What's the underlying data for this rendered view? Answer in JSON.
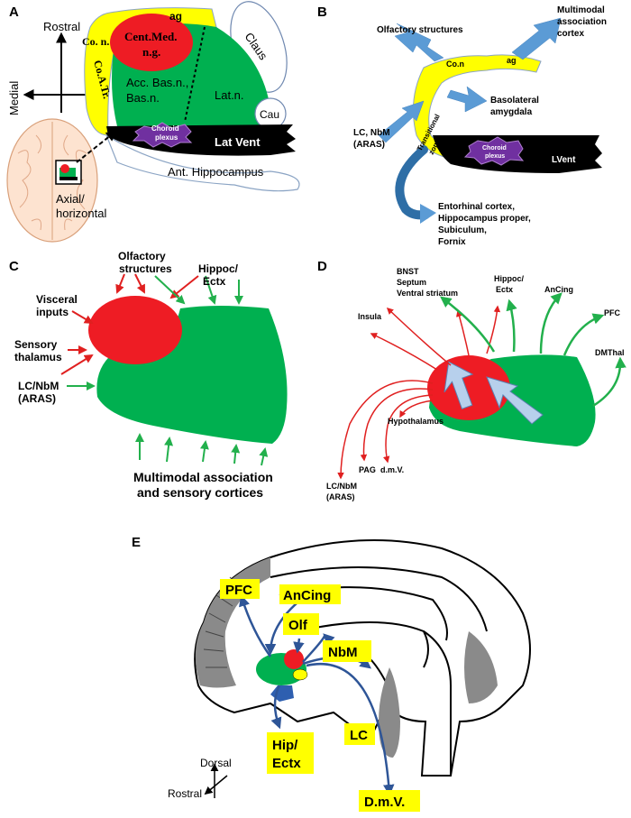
{
  "panels": {
    "a": "A",
    "b": "B",
    "c": "C",
    "d": "D",
    "e": "E"
  },
  "panelA": {
    "rostral": "Rostral",
    "medial": "Medial",
    "ag": "ag",
    "co_n": "Co. n.",
    "cent_med_1": "Cent.Med.",
    "cent_med_2": "n.g.",
    "acc_bas_1": "Acc. Bas.n.,",
    "acc_bas_2": "Bas.n.",
    "lat_n": "Lat.n.",
    "claus": "Claus",
    "cau": "Cau",
    "co_a_tr": "Co.A.Tr.",
    "choroid_1": "Choroid",
    "choroid_2": "plexus",
    "lat_vent": "Lat Vent",
    "ant_hippo": "Ant. Hippocampus",
    "axial_1": "Axial/",
    "axial_2": "horizontal"
  },
  "panelB": {
    "olfactory": "Olfactory structures",
    "multimodal_1": "Multimodal",
    "multimodal_2": "association",
    "multimodal_3": "cortex",
    "co_n": "Co.n",
    "ag": "ag",
    "basolateral_1": "Basolateral",
    "basolateral_2": "amygdala",
    "lc_1": "LC, NbM",
    "lc_2": "(ARAS)",
    "transitional_1": "Transitional",
    "transitional_2": "zone",
    "choroid_1": "Choroid",
    "choroid_2": "plexus",
    "lvent": "LVent",
    "ento_1": "Entorhinal cortex,",
    "ento_2": "Hippocampus proper,",
    "ento_3": "Subiculum,",
    "ento_4": "Fornix"
  },
  "panelC": {
    "olfactory_1": "Olfactory",
    "olfactory_2": "structures",
    "hippoc_1": "Hippoc/",
    "hippoc_2": "Ectx",
    "visceral_1": "Visceral",
    "visceral_2": "inputs",
    "sensory_1": "Sensory",
    "sensory_2": "thalamus",
    "lc_1": "LC/NbM",
    "lc_2": "(ARAS)",
    "multimodal_1": "Multimodal association",
    "multimodal_2": "and sensory cortices"
  },
  "panelD": {
    "bnst": "BNST",
    "septum": "Septum",
    "ventral": "Ventral  striatum",
    "hippoc_1": "Hippoc/",
    "hippoc_2": "Ectx",
    "ancing": "AnCing",
    "pfc": "PFC",
    "insula": "Insula",
    "dmthal": "DMThal",
    "hypothalamus": "Hypothalamus",
    "pag": "PAG",
    "dmv": "d.m.V.",
    "lc_1": "LC/NbM",
    "lc_2": "(ARAS)"
  },
  "panelE": {
    "pfc": "PFC",
    "ancing": "AnCing",
    "olf": "Olf",
    "nbm": "NbM",
    "lc": "LC",
    "hip_1": "Hip/",
    "hip_2": "Ectx",
    "dmv": "D.m.V.",
    "dorsal": "Dorsal",
    "rostral": "Rostral"
  },
  "colors": {
    "green": "#00b050",
    "red": "#ee1c24",
    "yellow": "#ffff00",
    "black": "#000000",
    "purple": "#7030a0",
    "blue_arrow": "#5b9bd5",
    "dark_blue": "#2e5597",
    "red_arrow": "#e02020",
    "green_arrow": "#22b04c"
  }
}
